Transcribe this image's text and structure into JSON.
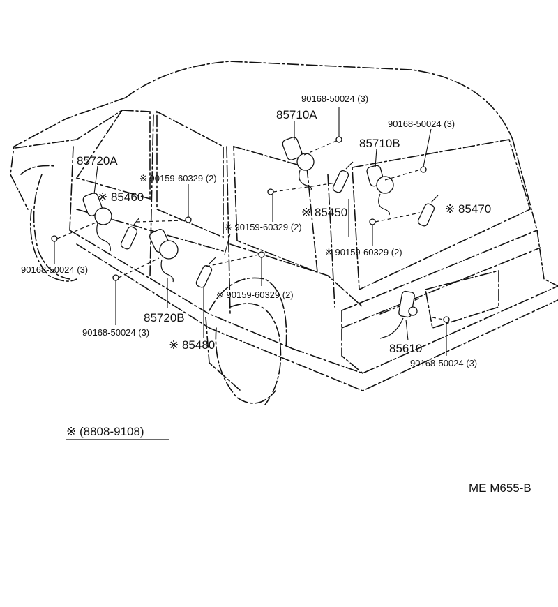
{
  "labels": {
    "p85710A": "85710A",
    "p85710B": "85710B",
    "p85720A": "85720A",
    "p85720B": "85720B",
    "p85460": "※ 85460",
    "p85450": "※ 85450",
    "p85470": "※ 85470",
    "p85480": "※ 85480",
    "p85610": "85610",
    "screw_top_center": "90168-50024 (3)",
    "screw_top_right": "90168-50024 (3)",
    "screw_left": "90168-50024 (3)",
    "screw_bottom_left": "90168-50024 (3)",
    "screw_rear": "90168-50024 (3)",
    "bolt_upper_left": "※ 90159-60329 (2)",
    "bolt_mid_left": "※ 90159-60329 (2)",
    "bolt_center": "※ 90159-60329 (2)",
    "bolt_lower": "※ 90159-60329 (2)"
  },
  "note": "※ (8808-9108)",
  "drawing_code": "ME  M655-B"
}
